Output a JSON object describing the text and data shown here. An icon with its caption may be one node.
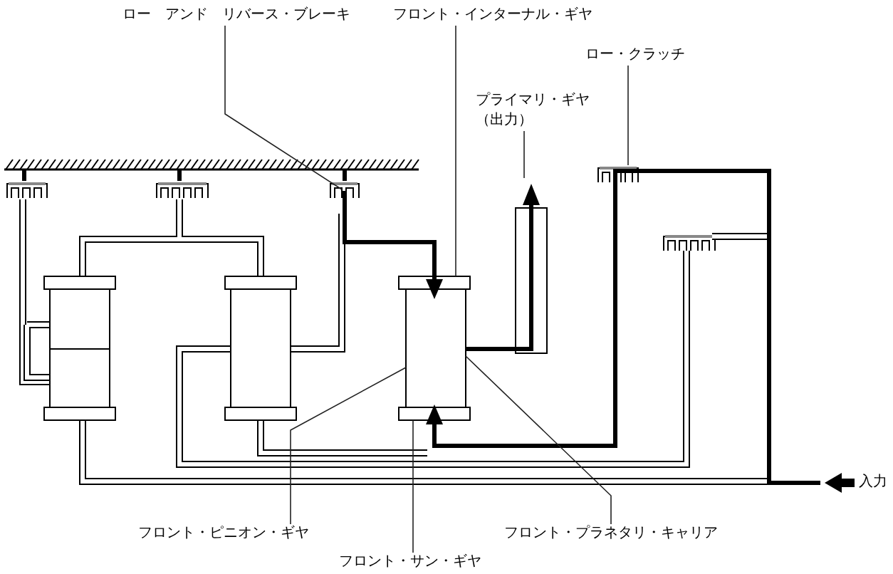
{
  "diagram": {
    "nodes": [
      {
        "text": [
          "ロー　アンド　リバース・ブレーキ"
        ]
      },
      {
        "text": [
          "フロント・インターナル・ギヤ"
        ]
      },
      {
        "text": [
          "プライマリ・ギヤ（出力）"
        ]
      },
      {
        "text": [
          "ロー・クラッチ"
        ]
      },
      {
        "text": [
          "フロント・ピニオン・ギヤ"
        ]
      },
      {
        "text": [
          "フロント・サン・ギヤ"
        ]
      },
      {
        "text": [
          "フロント・プラネタリ・キャリア"
        ]
      }
    ],
    "edges": [
      {
        "from": 0,
        "to": null,
        "arrow": "none"
      },
      {
        "from": 1,
        "to": null,
        "arrow": "none"
      },
      {
        "from": 2,
        "to": null,
        "arrow": "none"
      },
      {
        "from": 3,
        "to": null,
        "arrow": "none"
      },
      {
        "from": 4,
        "to": null,
        "arrow": "none"
      },
      {
        "from": 5,
        "to": null,
        "arrow": "none"
      },
      {
        "from": 6,
        "to": null,
        "arrow": "none"
      }
    ],
    "labels": [
      "入力"
    ]
  }
}
